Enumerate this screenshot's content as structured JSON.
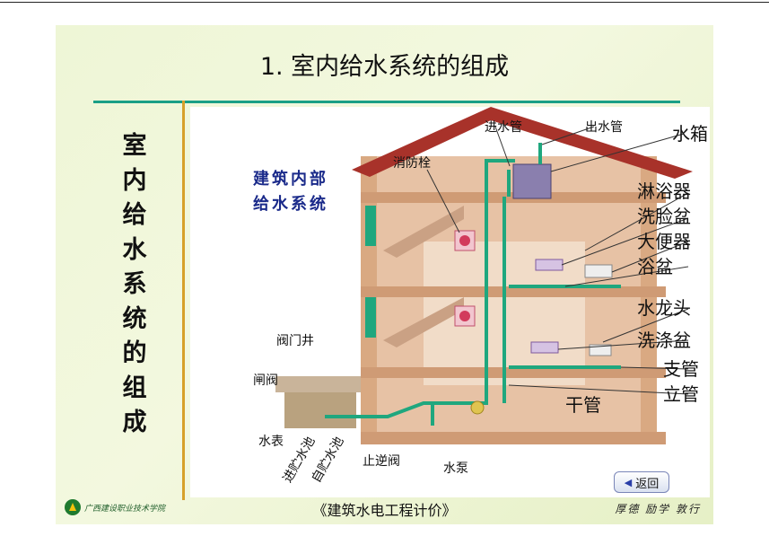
{
  "slide": {
    "title": "1.  室内给水系统的组成",
    "vertical_title": [
      "室",
      "内",
      "给",
      "水",
      "系",
      "统",
      "的",
      "组",
      "成"
    ]
  },
  "illustration": {
    "diagram_title_line1": "建筑内部",
    "diagram_title_line2": "给水系统",
    "labels": {
      "inlet_pipe": "进水管",
      "outlet_pipe": "出水管",
      "water_tank": "水箱",
      "fire_hydrant": "消防栓",
      "shower": "淋浴器",
      "washbasin": "洗脸盆",
      "toilet": "大便器",
      "bathtub": "浴盆",
      "faucet": "水龙头",
      "sink": "洗涤盆",
      "branch_pipe": "支管",
      "riser_pipe": "立管",
      "main_pipe": "干管",
      "valve_well": "阀门井",
      "gate_valve": "闸阀",
      "water_meter": "水表",
      "inlet_reservoir": "进贮水池",
      "from_reservoir": "自贮水池",
      "check_valve": "止逆阀",
      "water_pump": "水泵"
    }
  },
  "nav": {
    "back_label": "返回"
  },
  "footer": {
    "school_name": "广西建设职业技术学院",
    "course": "《建筑水电工程计价》",
    "motto": "厚德  励学  敦行"
  },
  "colors": {
    "divider_teal": "#1a9f86",
    "divider_gold": "#d7a12a",
    "pipe_green": "#1fa77e",
    "roof_red": "#a8322a",
    "wall_tan": "#d9a982"
  }
}
